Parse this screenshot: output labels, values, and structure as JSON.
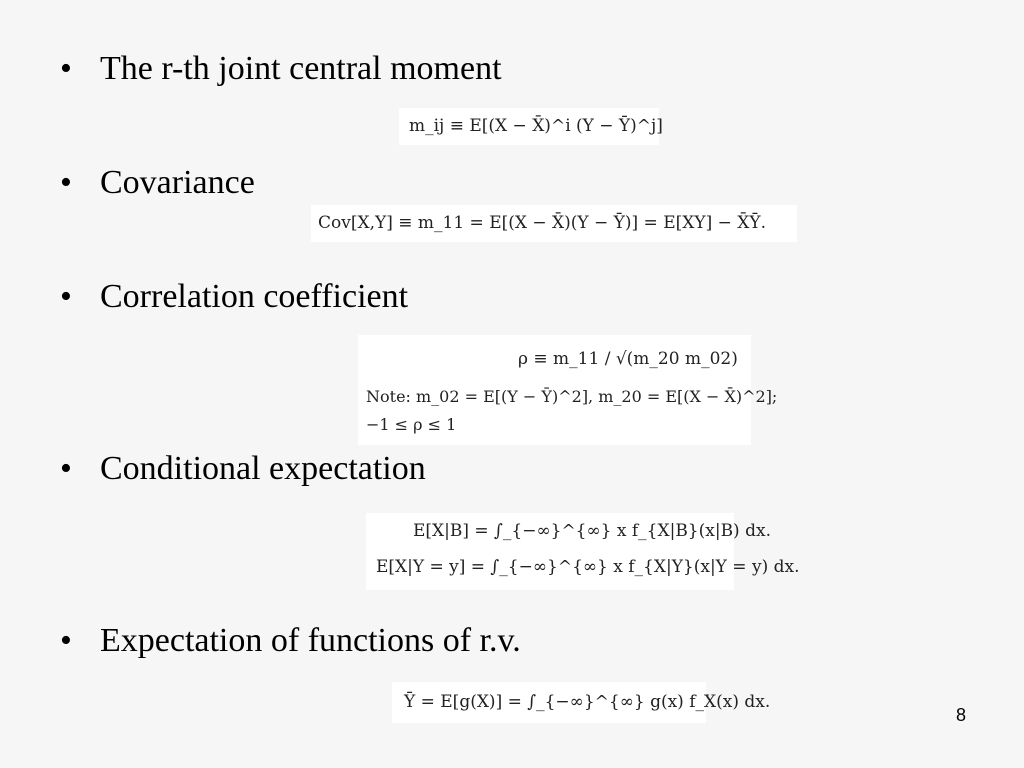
{
  "bullets": [
    "The r-th joint central moment",
    "Covariance",
    "Correlation coefficient",
    "Conditional expectation",
    "Expectation of functions of r.v."
  ],
  "bullet_symbol": "•",
  "equations": {
    "joint_moment": "m_ij ≡ E[(X − X̄)^i (Y − Ȳ)^j]",
    "covariance": "Cov[X,Y] ≡ m_11 = E[(X − X̄)(Y − Ȳ)] = E[XY] − X̄Ȳ.",
    "correlation": "ρ ≡ m_11 / √(m_20 m_02)",
    "correlation_note": "Note: m_02 = E[(Y − Ȳ)^2], m_20 = E[(X − X̄)^2];",
    "correlation_bounds": "−1 ≤ ρ ≤ 1",
    "cond_exp_b": "E[X|B] = ∫_{−∞}^{∞} x f_{X|B}(x|B) dx.",
    "cond_exp_y": "E[X|Y = y] = ∫_{−∞}^{∞} x f_{X|Y}(x|Y = y) dx.",
    "function_exp": "Ȳ = E[g(X)] = ∫_{−∞}^{∞} g(x) f_X(x) dx."
  },
  "page_number": "8"
}
